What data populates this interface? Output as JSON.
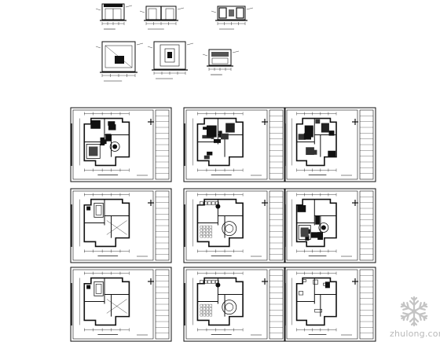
{
  "canvas": {
    "background": "#ffffff",
    "ink": "#111111"
  },
  "drawing_sheet": {
    "elevation_details_row1": [
      "elevation-detail-1",
      "elevation-detail-2",
      "elevation-detail-3"
    ],
    "elevation_details_row2": [
      "elevation-detail-4",
      "elevation-detail-5",
      "elevation-detail-6"
    ],
    "plan_sheets": [
      [
        "ceiling-plan-sheet",
        "furniture-plan-sheet",
        "layout-plan-sheet"
      ],
      [
        "ceiling-plan-sheet-2",
        "floor-finish-plan-sheet",
        "wall-plan-sheet"
      ],
      [
        "lighting-plan-sheet",
        "electrical-plan-sheet",
        "dimension-plan-sheet"
      ]
    ]
  },
  "watermark": {
    "text": "zhulong.com",
    "color": "#b9b9b9",
    "icon": "snowflake-logo-icon"
  }
}
